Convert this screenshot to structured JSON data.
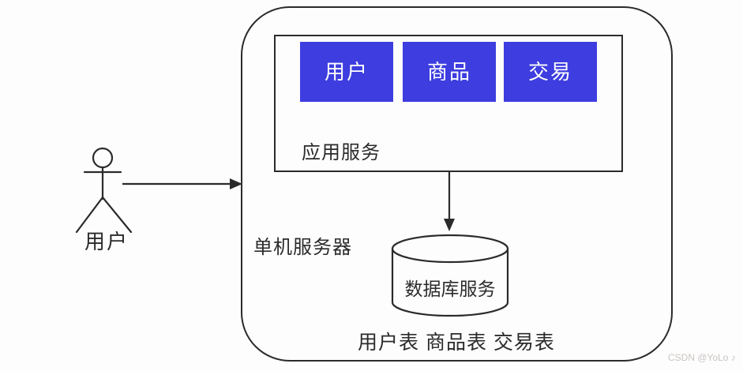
{
  "diagram": {
    "title_hint": "single-server architecture diagram",
    "user_actor": {
      "label": "用户"
    },
    "client_to_server_arrow": {
      "direction": "right"
    },
    "server_box": {
      "label": "单机服务器"
    },
    "app_service": {
      "label": "应用服务",
      "modules": [
        {
          "label": "用户"
        },
        {
          "label": "商品"
        },
        {
          "label": "交易"
        }
      ]
    },
    "app_to_db_arrow": {
      "direction": "down"
    },
    "database": {
      "label": "数据库服务",
      "tables_label": "用户表 商品表 交易表"
    },
    "colors": {
      "module_blue": "#3d3de0",
      "line": "#2b2b2b",
      "text": "#2b2b2b",
      "watermark_gray": "#c9c5c2"
    }
  },
  "watermark": {
    "text": "CSDN @YoLo ♪"
  }
}
